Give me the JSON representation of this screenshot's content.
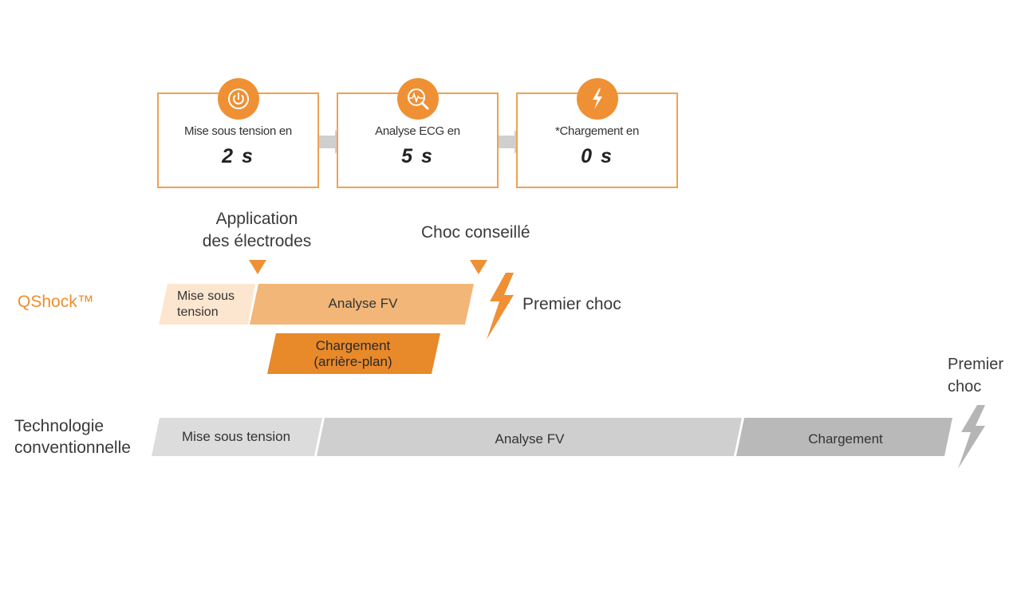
{
  "steps": [
    {
      "label": "Mise sous tension en",
      "value": "2 s",
      "icon": "power-icon"
    },
    {
      "label": "Analyse ECG en",
      "value": "5 s",
      "icon": "ecg-analysis-icon"
    },
    {
      "label": "*Chargement en",
      "value": "0 s",
      "icon": "lightning-icon"
    }
  ],
  "markers": {
    "electrodes": "Application\ndes électrodes",
    "advised_shock": "Choc conseillé"
  },
  "qshock": {
    "name": "QShock™",
    "power_on": "Mise sous\ntension",
    "analysis": "Analyse FV",
    "charging": "Chargement\n(arrière-plan)",
    "first_shock": "Premier choc"
  },
  "conventional": {
    "name": "Technologie\nconventionnelle",
    "power_on": "Mise sous tension",
    "analysis": "Analyse FV",
    "charging": "Chargement",
    "first_shock": "Premier\nchoc"
  },
  "colors": {
    "accent": "#ef9035",
    "box_border": "#f0a250",
    "qshock_light": "#fde6cf",
    "qshock_mid": "#f2b679",
    "qshock_dark": "#e8892a",
    "gray_light": "#dcdcdc",
    "gray_mid": "#cfcfcf",
    "gray_dark": "#b9b9b9"
  }
}
